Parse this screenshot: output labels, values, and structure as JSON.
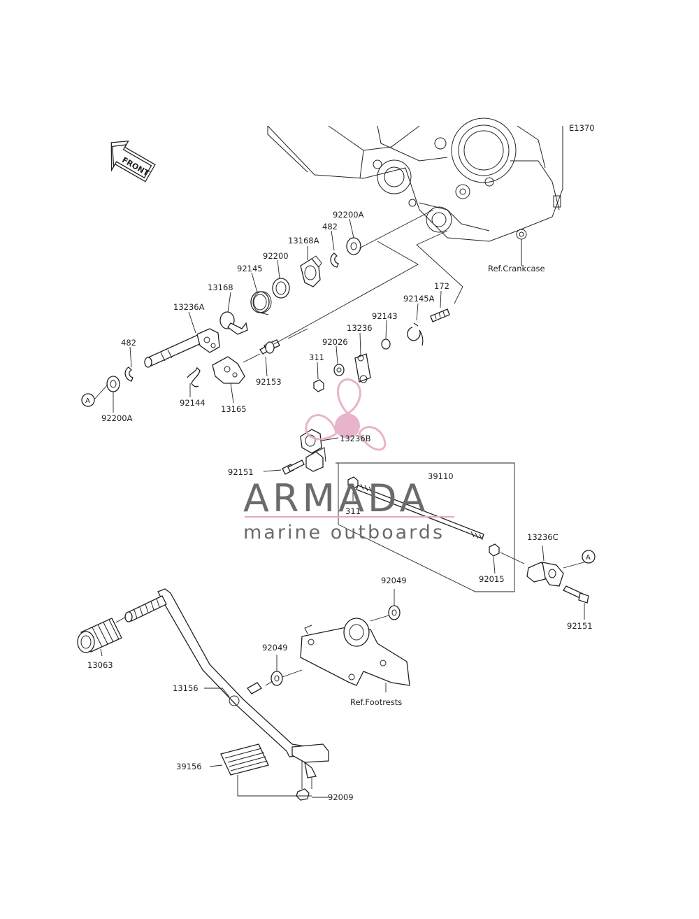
{
  "diagram": {
    "code": "E1370",
    "front_label": "FRONT",
    "ref_crankcase": "Ref.Crankcase",
    "ref_footrests": "Ref.Footrests",
    "ref_a_left": "A",
    "ref_a_right": "A",
    "parts": {
      "p92200A_top": "92200A",
      "p482_top": "482",
      "p13168A": "13168A",
      "p92200": "92200",
      "p92145": "92145",
      "p13168": "13168",
      "p13236A": "13236A",
      "p482_left": "482",
      "p92200A_left": "92200A",
      "p92144": "92144",
      "p13165": "13165",
      "p92153": "92153",
      "p172": "172",
      "p92145A": "92145A",
      "p92143": "92143",
      "p13236": "13236",
      "p92026": "92026",
      "p311_top": "311",
      "p13236B": "13236B",
      "p92151_left": "92151",
      "p39110": "39110",
      "p311_mid": "311",
      "p13236C": "13236C",
      "p92015": "92015",
      "p92151_right": "92151",
      "p92049_top": "92049",
      "p92049_mid": "92049",
      "p13063": "13063",
      "p13156": "13156",
      "p39156": "39156",
      "p92009": "92009"
    }
  },
  "watermark": {
    "brand": "ARMADA",
    "tagline": "marine outboards",
    "color": "#e5a7c2"
  }
}
